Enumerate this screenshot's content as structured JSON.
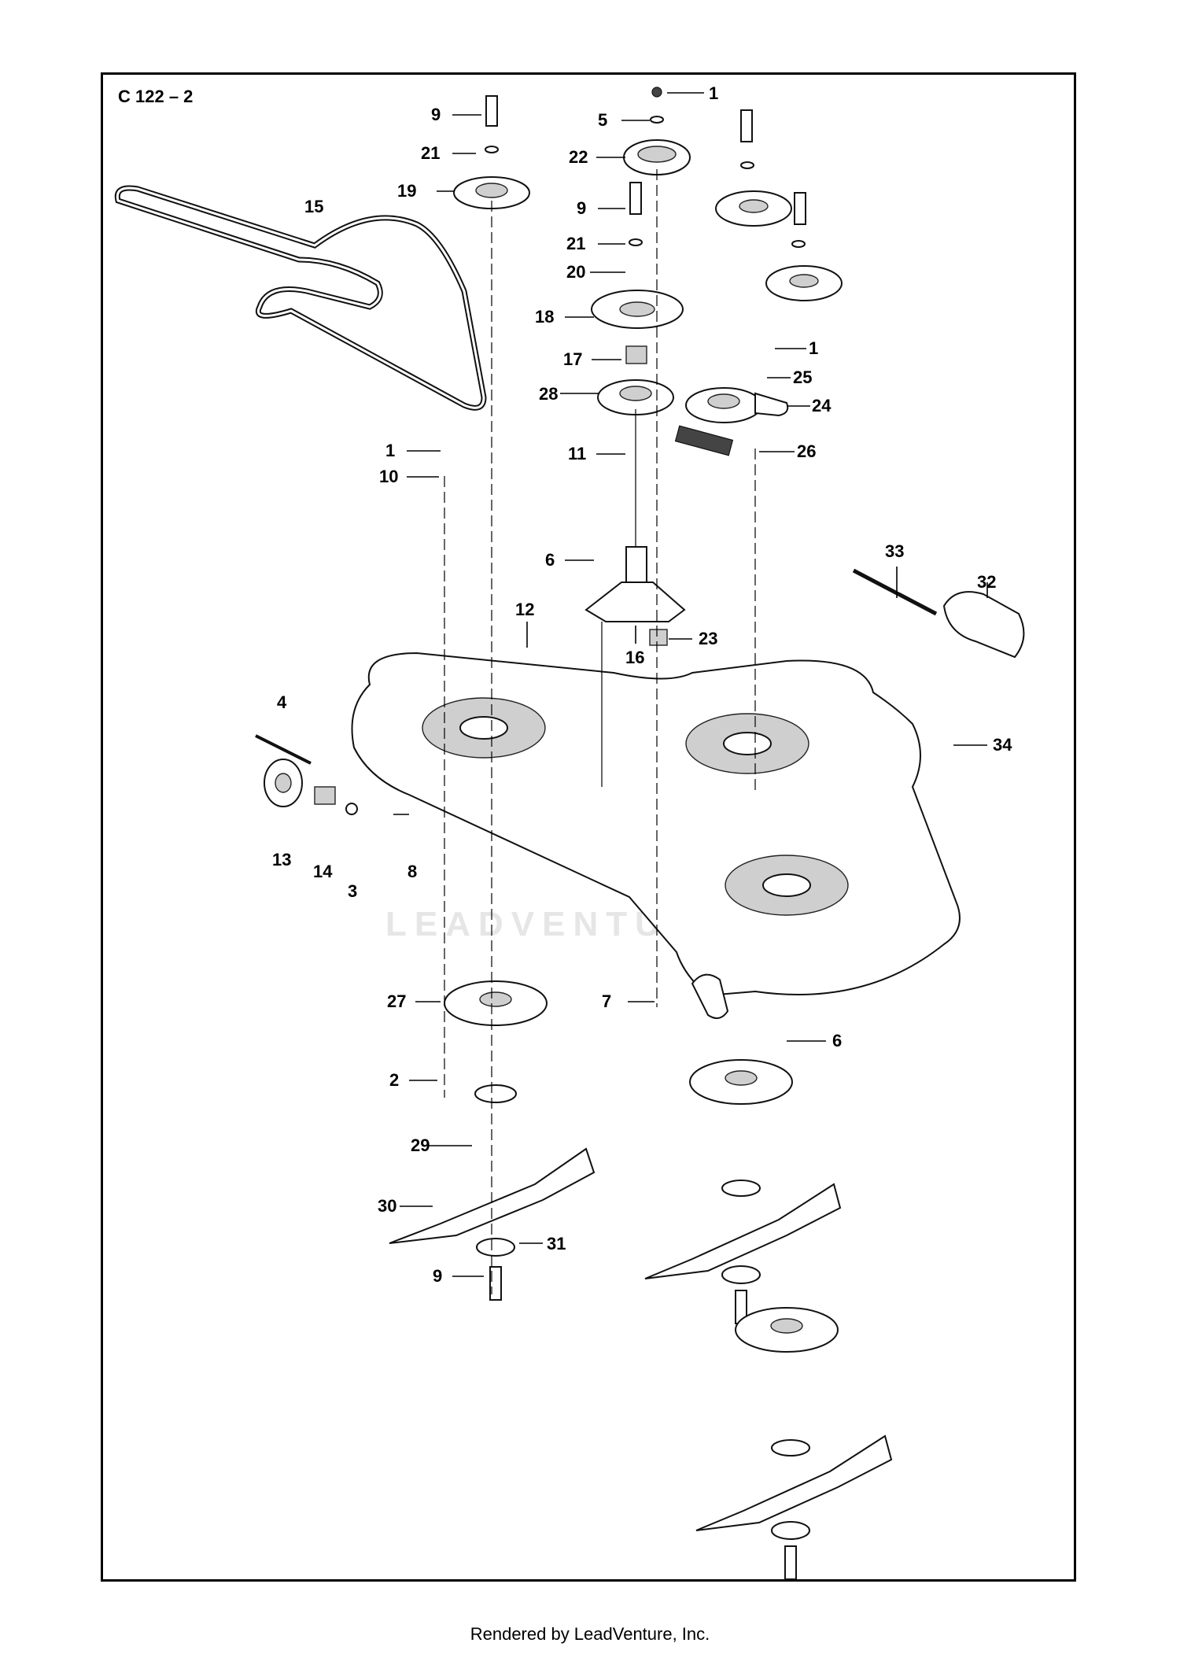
{
  "diagram_code": "C 122 – 2",
  "watermark": "LEADVENTURE",
  "footer": "Rendered by LeadVenture, Inc.",
  "part_labels": [
    "1",
    "5",
    "9",
    "21",
    "22",
    "19",
    "15",
    "9",
    "21",
    "20",
    "18",
    "17",
    "1",
    "25",
    "28",
    "24",
    "26",
    "1",
    "11",
    "10",
    "6",
    "33",
    "32",
    "12",
    "23",
    "16",
    "4",
    "34",
    "13",
    "14",
    "3",
    "8",
    "27",
    "7",
    "6",
    "2",
    "29",
    "30",
    "31",
    "9"
  ]
}
